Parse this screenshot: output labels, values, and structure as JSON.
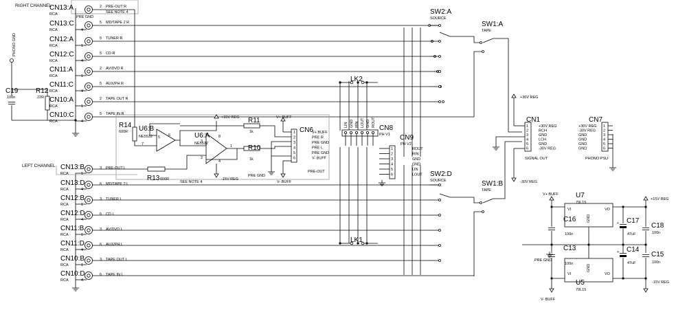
{
  "channels": {
    "right": "RIGHT CHANNEL",
    "left": "LEFT CHANNEL"
  },
  "phono_gnd": "PHONO GND",
  "c19": {
    "name": "C19",
    "value": "100n"
  },
  "r12": {
    "name": "R12",
    "value": "22R"
  },
  "right_inputs": [
    {
      "ref": "CN13:A",
      "type": "RCA",
      "pin": "2",
      "label": "PRE-OUT R",
      "note": "SEE NOTE 4",
      "gnd": "PRE GND"
    },
    {
      "ref": "CN13:C",
      "type": "RCA",
      "pin": "5",
      "label": "MD/TAPE 2 R",
      "gnd_pin": "4"
    },
    {
      "ref": "CN12:A",
      "type": "RCA",
      "pin": "5",
      "label": "TUNER R",
      "gnd_pin": "1"
    },
    {
      "ref": "CN12:C",
      "type": "RCA",
      "pin": "5",
      "label": "CD R",
      "gnd_pin": "4"
    },
    {
      "ref": "CN11:A",
      "type": "RCA",
      "pin": "2",
      "label": "AV/DVD R",
      "gnd_pin": "1"
    },
    {
      "ref": "CN11:C",
      "type": "RCA",
      "pin": "5",
      "label": "AUX/PH R",
      "gnd_pin": "4"
    },
    {
      "ref": "CN10:A",
      "type": "RCA",
      "pin": "2",
      "label": "TAPE OUT R",
      "gnd_pin": "1"
    },
    {
      "ref": "CN10:C",
      "type": "RCA",
      "pin": "5",
      "label": "TAPE IN R",
      "gnd_pin": "4"
    }
  ],
  "left_inputs": [
    {
      "ref": "CN13:B",
      "type": "RCA",
      "pin": "3",
      "label": "PRE-OUT L",
      "gnd_pin": "1"
    },
    {
      "ref": "CN13:D",
      "type": "RCA",
      "pin": "6",
      "label": "MD/TAPE 2 L",
      "gnd_pin": "4"
    },
    {
      "ref": "CN12:B",
      "type": "RCA",
      "pin": "3",
      "label": "TUNER L",
      "gnd_pin": "1"
    },
    {
      "ref": "CN12:D",
      "type": "RCA",
      "pin": "6",
      "label": "CD L",
      "gnd_pin": "4"
    },
    {
      "ref": "CN11:B",
      "type": "RCA",
      "pin": "3",
      "label": "AV/DVD L",
      "gnd_pin": "1"
    },
    {
      "ref": "CN11:D",
      "type": "RCA",
      "pin": "6",
      "label": "AUX/PH L",
      "gnd_pin": "4"
    },
    {
      "ref": "CN10:B",
      "type": "RCA",
      "pin": "3",
      "label": "TAPE OUT L",
      "gnd_pin": "1"
    },
    {
      "ref": "CN10:D",
      "type": "RCA",
      "pin": "6",
      "label": "TAPE IN L",
      "gnd_pin": "4"
    }
  ],
  "switches": {
    "sw2a": {
      "name": "SW2:A",
      "sub": "SOURCE"
    },
    "sw1a": {
      "name": "SW1:A",
      "sub": "TAPE"
    },
    "sw2d": {
      "name": "SW2:D",
      "sub": "SOURCE"
    },
    "sw1b": {
      "name": "SW1:B",
      "sub": "TAPE"
    }
  },
  "links": {
    "lk2": "LK2",
    "lk1": "LK1"
  },
  "opamps": {
    "u6b": {
      "name": "U6:B",
      "part": "NE5532",
      "pins": [
        "5",
        "6",
        "7"
      ]
    },
    "u6a": {
      "name": "U6:A",
      "part": "NE5532",
      "pins": [
        "3",
        "2",
        "1",
        "8",
        "4"
      ]
    }
  },
  "supplies": {
    "p15": "+15V REG",
    "m15": "-15V REG",
    "vplus": "V+ BUFF",
    "vminus": "V- BUFF",
    "pregnd": "PRE GND",
    "p30": "+30V REG",
    "m30": "-30V REG"
  },
  "resistors": {
    "r11": {
      "name": "R11",
      "value": "1k"
    },
    "r10": {
      "name": "R10",
      "value": "1k"
    },
    "r14": {
      "name": "R14",
      "value": "600R"
    },
    "r13": {
      "name": "R13",
      "value": "600R"
    },
    "note": "SEE NOTE 4"
  },
  "cn6": {
    "name": "CN6",
    "sub": "PRE-OUT",
    "pins": [
      "V+ BUFF",
      "PRE R",
      "PRE GND",
      "PRE L",
      "PRE GND",
      "V- BUFF"
    ]
  },
  "cn8": {
    "name": "CN8",
    "sub": "PH V1",
    "pins": [
      "LIN",
      "GND",
      "RIN",
      "LOUT",
      "GND",
      "ROUT"
    ]
  },
  "cn9": {
    "name": "CN9",
    "sub": "PH V2",
    "pins": [
      "ROUT",
      "RIN",
      "GND",
      "GND",
      "LIN",
      "LOUT"
    ]
  },
  "cn1": {
    "name": "CN1",
    "sub": "SIGNAL OUT",
    "pins": [
      "+30V REG",
      "RCH",
      "GND",
      "LCH",
      "GND",
      "-30V REG"
    ]
  },
  "cn7": {
    "name": "CN7",
    "sub": "PHONO PSU",
    "pins": [
      "+30V REG",
      "-30V REG",
      "GND",
      "GND",
      "GND",
      "GND"
    ]
  },
  "regulators": {
    "u7": {
      "name": "U7",
      "part": "79L15"
    },
    "u5": {
      "name": "U5",
      "part": "79L15"
    },
    "vi": "VI",
    "vo": "VO",
    "gnd": "GND"
  },
  "caps": {
    "c16": {
      "name": "C16",
      "value": "100n"
    },
    "c17": {
      "name": "C17",
      "value": "47uF"
    },
    "c18": {
      "name": "C18",
      "value": "100n"
    },
    "c13": {
      "name": "C13",
      "value": "100n"
    },
    "c14": {
      "name": "C14",
      "value": "47uF"
    },
    "c15": {
      "name": "C15",
      "value": "100n"
    }
  }
}
